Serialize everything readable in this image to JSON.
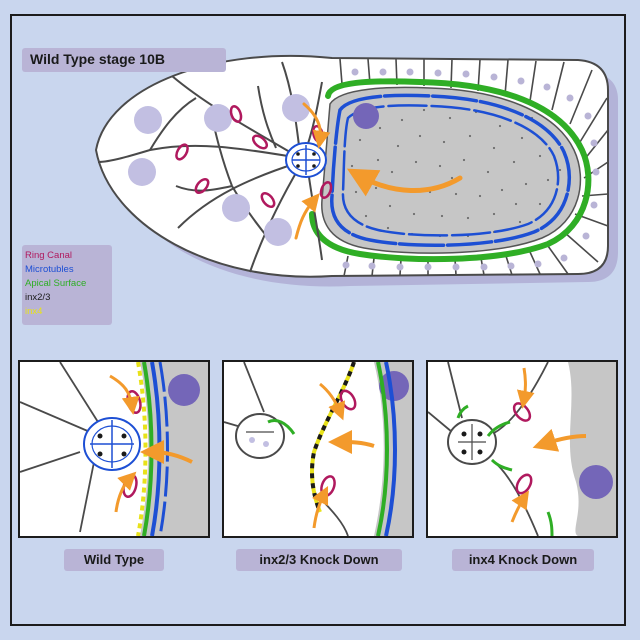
{
  "title": "Wild Type stage 10B",
  "legend": [
    {
      "label": "Ring Canal",
      "color": "#b0195e"
    },
    {
      "label": "Microtubles",
      "color": "#1d4fd4"
    },
    {
      "label": "Apical Surface",
      "color": "#2fae25"
    },
    {
      "label": "inx2/3",
      "color": "#1a1a1a"
    },
    {
      "label": "inx4",
      "color": "#e8e21a"
    }
  ],
  "panels": [
    {
      "caption": "Wild Type"
    },
    {
      "caption": "inx2/3 Knock Down"
    },
    {
      "caption": "inx4 Knock Down"
    }
  ],
  "colors": {
    "background": "#c9d6ee",
    "label_box": "#b9b4d6",
    "oocyte": "#c6c6c6",
    "nucleus": "#7466b8",
    "arrow": "#f39a2c",
    "ring_canal": "#b0195e",
    "microtubule": "#1d4fd4",
    "apical": "#2fae25",
    "inx2_3": "#1a1a1a",
    "inx4": "#e8e21a",
    "shadow": "#b3b3d8"
  }
}
